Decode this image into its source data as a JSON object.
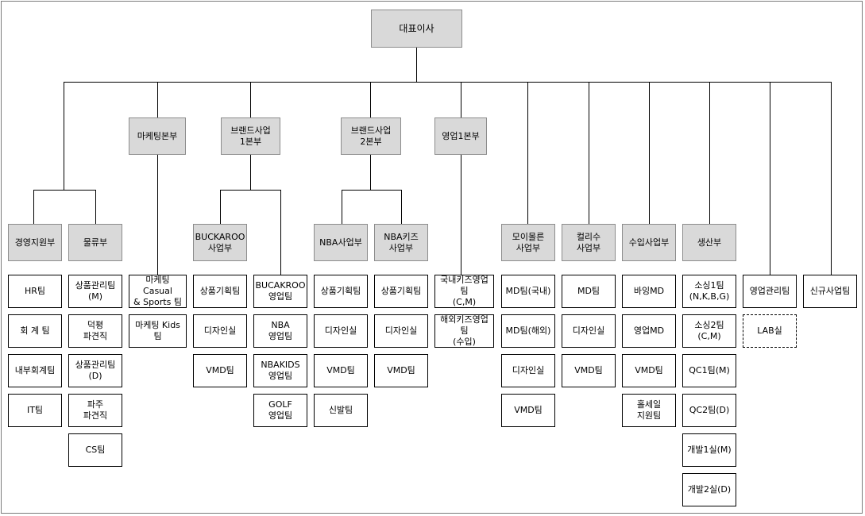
{
  "org": {
    "ceo": "대표이사",
    "divisions": {
      "marketing": "마케팅본부",
      "brand1": "브랜드사업\n1본부",
      "brand2": "브랜드사업\n2본부",
      "sales1": "영업1본부"
    },
    "depts": {
      "mgmt": "경영지원부",
      "logistics": "물류부",
      "buckaroo": "BUCKAROO\n사업부",
      "nba": "NBA사업부",
      "nbakids": "NBA키즈\n사업부",
      "moimolun": "모이몰른\n사업부",
      "collesu": "컬리수\n사업부",
      "import": "수입사업부",
      "production": "생산부",
      "salesmgmt": "영업관리팀",
      "newbiz": "신규사업팀"
    },
    "teams": {
      "mgmt": [
        "HR팀",
        "회 계 팀",
        "내부회계팀",
        "IT팀"
      ],
      "logistics": [
        "상품관리팀\n(M)",
        "덕평\n파견직",
        "상품관리팀\n(D)",
        "파주\n파견직",
        "CS팀"
      ],
      "marketing": [
        "마케팅 Casual\n& Sports 팀",
        "마케팅 Kids 팀"
      ],
      "buckaroo": [
        "상품기획팀",
        "디자인실",
        "VMD팀"
      ],
      "brand1_sales": [
        "BUCAKROO\n영업팀",
        "NBA\n영업팀",
        "NBAKIDS\n영업팀",
        "GOLF\n영업팀"
      ],
      "nba": [
        "상품기획팀",
        "디자인실",
        "VMD팀",
        "신발팀"
      ],
      "nbakids": [
        "상품기획팀",
        "디자인실",
        "VMD팀"
      ],
      "sales1": [
        "국내키즈영업팀\n(C,M)",
        "해외키즈영업팀\n(수입)"
      ],
      "moimolun": [
        "MD팀(국내)",
        "MD팀(해외)",
        "디자인실",
        "VMD팀"
      ],
      "collesu": [
        "MD팀",
        "디자인실",
        "VMD팀"
      ],
      "import": [
        "바잉MD",
        "영업MD",
        "VMD팀",
        "홀세일\n지원팀"
      ],
      "production": [
        "소싱1팀\n(N,K,B,G)",
        "소싱2팀\n(C,M)",
        "QC1팀(M)",
        "QC2팀(D)",
        "개발1실(M)",
        "개발2실(D)"
      ],
      "salesmgmt": [
        "LAB실"
      ]
    }
  },
  "colors": {
    "header_fill": "#d9d9d9",
    "line": "#000000"
  }
}
